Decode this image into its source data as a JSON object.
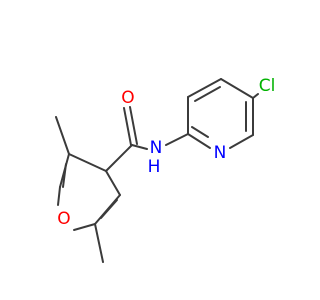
{
  "molecule": {
    "atoms": {
      "oxygen_carbonyl": "O",
      "oxygen_ring": "O",
      "nitrogen_amide": "N",
      "hydrogen_amide": "H",
      "nitrogen_pyridine": "N",
      "chlorine": "Cl"
    }
  },
  "colors": {
    "bond": "#3b3b3b",
    "oxygen": "#ff0000",
    "nitrogen": "#0000ff",
    "chlorine": "#00b200",
    "background": "#ffffff"
  }
}
